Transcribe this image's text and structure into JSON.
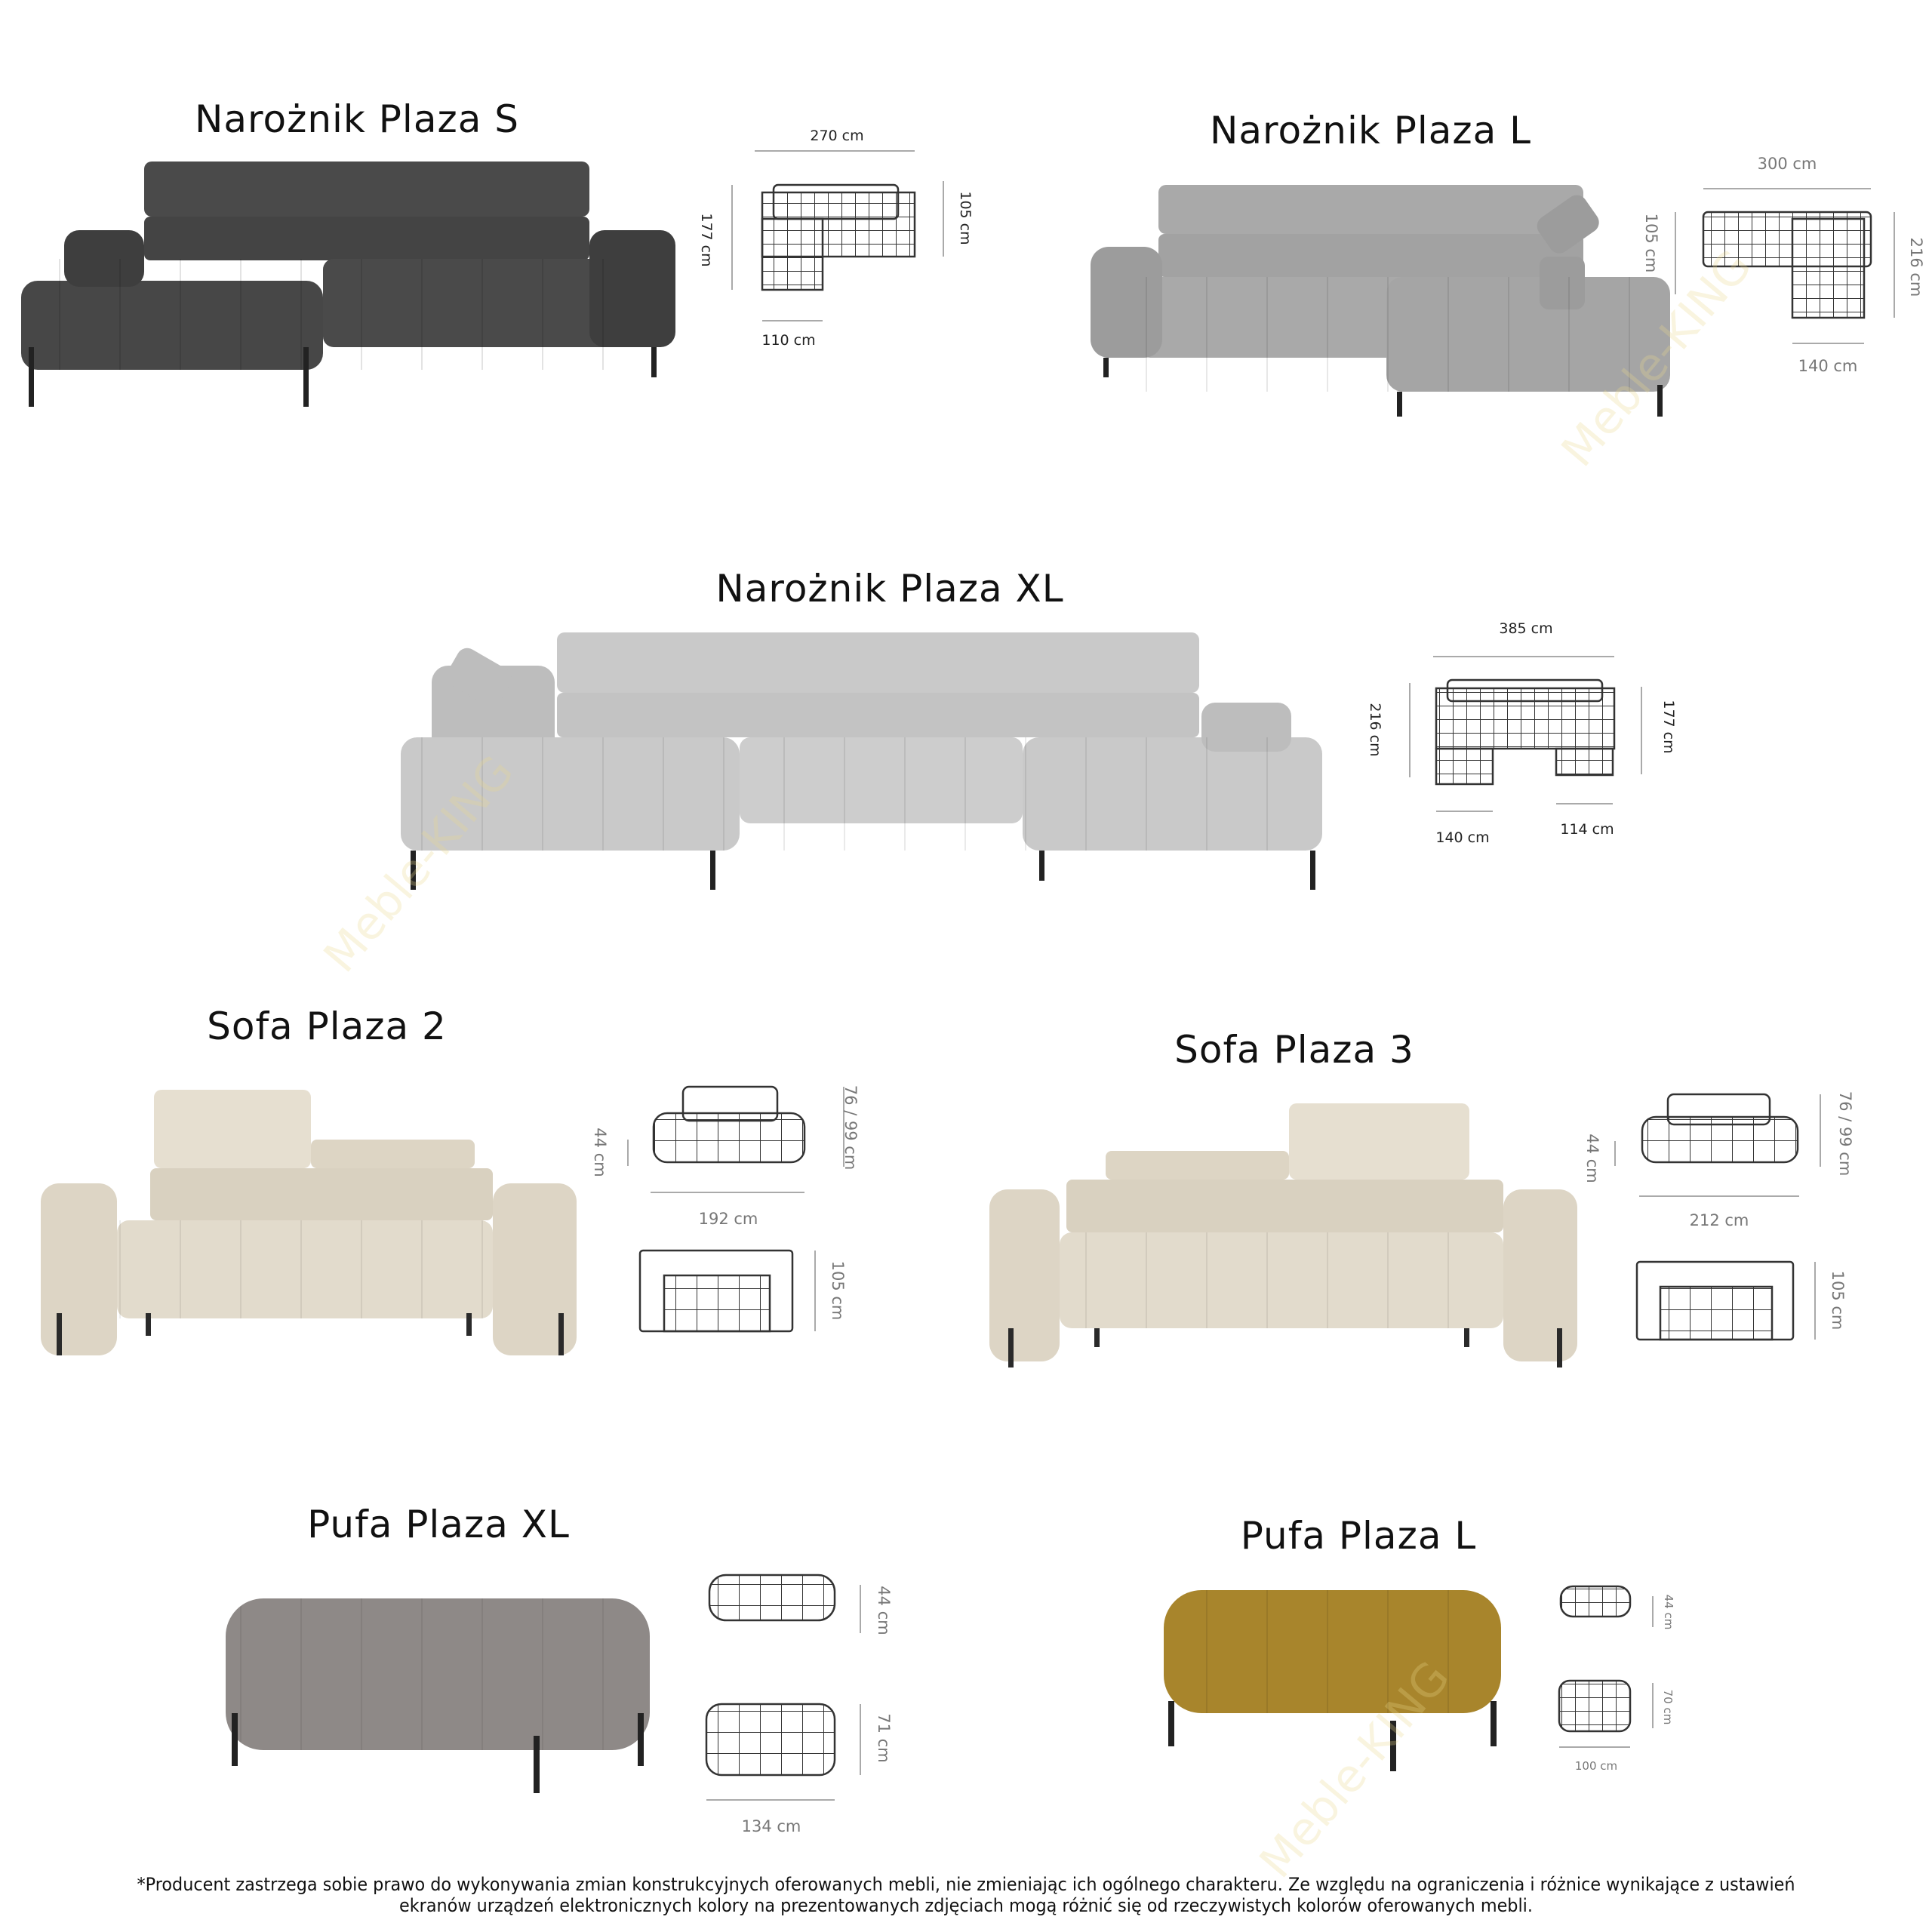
{
  "products": [
    {
      "title": "Narożnik Plaza S",
      "dims": [
        "270 cm",
        "177 cm",
        "105 cm",
        "110 cm"
      ],
      "color": "#4a4a4a"
    },
    {
      "title": "Narożnik Plaza L",
      "dims": [
        "300 cm",
        "105 cm",
        "216 cm",
        "140 cm"
      ],
      "color": "#a9a9a9"
    },
    {
      "title": "Narożnik Plaza XL",
      "dims": [
        "385 cm",
        "216 cm",
        "177 cm",
        "140 cm",
        "114 cm"
      ],
      "color": "#c9c9c9"
    },
    {
      "title": "Sofa Plaza 2",
      "dims": [
        "44 cm",
        "76 / 99 cm",
        "192 cm",
        "105 cm"
      ],
      "color": "#e2dbcc"
    },
    {
      "title": "Sofa Plaza 3",
      "dims": [
        "44 cm",
        "76 / 99 cm",
        "212 cm",
        "105 cm"
      ],
      "color": "#e2dbcc"
    },
    {
      "title": "Pufa Plaza XL",
      "dims": [
        "44 cm",
        "71 cm",
        "134 cm"
      ],
      "color": "#8e8987"
    },
    {
      "title": "Pufa Plaza L",
      "dims": [
        "44 cm",
        "70 cm",
        "100 cm"
      ],
      "color": "#a8852c"
    }
  ],
  "watermark": "Meble-KING",
  "footer": {
    "line1": "*Producent zastrzega sobie prawo do wykonywania zmian konstrukcyjnych oferowanych mebli, nie zmieniając ich ogólnego charakteru. Ze względu na ograniczenia i różnice wynikające z ustawień",
    "line2": "ekranów urządzeń elektronicznych kolory na prezentowanych zdjęciach mogą różnić się od rzeczywistych kolorów oferowanych mebli."
  }
}
